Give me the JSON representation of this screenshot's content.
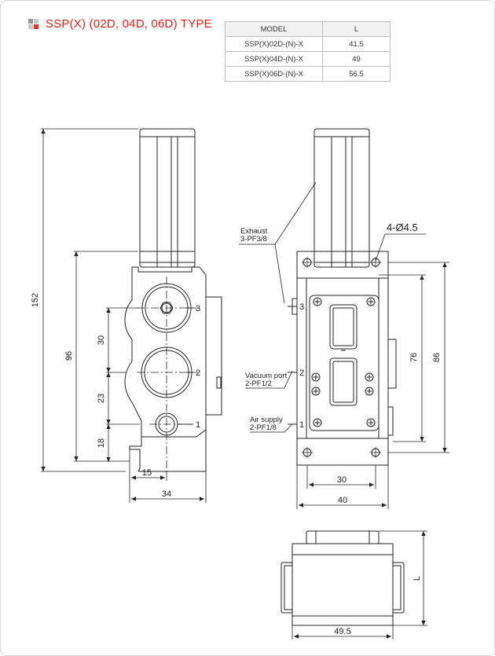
{
  "title": "SSP(X) (02D, 04D, 06D) TYPE",
  "table": {
    "headers": [
      "MODEL",
      "L"
    ],
    "rows": [
      [
        "SSP(X)02D-(N)-X",
        "41.5"
      ],
      [
        "SSP(X)04D-(N)-X",
        "49"
      ],
      [
        "SSP(X)06D-(N)-X",
        "56.5"
      ]
    ]
  },
  "side_view": {
    "dims": {
      "height_total": "152",
      "height_body": "96",
      "port_spacing_upper": "30",
      "port_spacing_lower": "23",
      "bottom": "18",
      "offset": "15",
      "width": "34"
    },
    "ports": [
      "3",
      "2",
      "1"
    ]
  },
  "front_view": {
    "callouts": {
      "exhaust": [
        "Exhaust",
        "3-PF3/8"
      ],
      "holes": "4-Ø4.5",
      "vacuum": [
        "Vacuum port",
        "2-PF1/2"
      ],
      "air": [
        "Air supply",
        "2-PF1/8"
      ]
    },
    "ports": [
      "3",
      "2",
      "1"
    ],
    "dims": {
      "inner_height": "76",
      "outer_height": "86",
      "inner_width": "30",
      "outer_width": "40"
    }
  },
  "bottom_view": {
    "dims": {
      "length": "L",
      "width": "49.5"
    }
  }
}
